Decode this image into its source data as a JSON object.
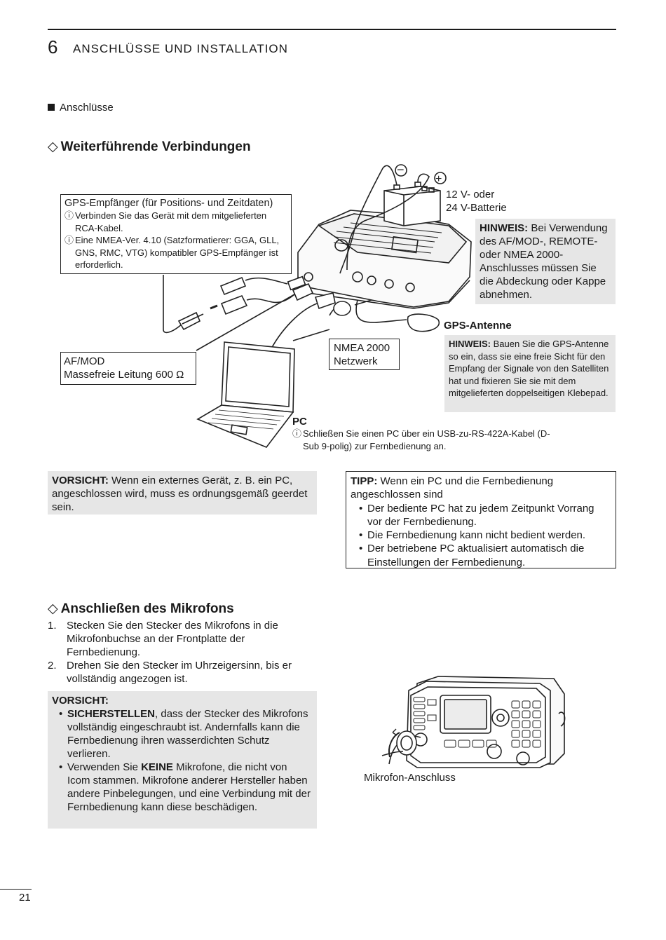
{
  "header": {
    "chapter_number": "6",
    "chapter_title": "ANSCHLÜSSE UND INSTALLATION"
  },
  "section": {
    "title": "Anschlüsse"
  },
  "subsection1": {
    "title": "Weiterführende Verbindungen",
    "gps_receiver": {
      "title": "GPS-Empfänger (für Positions- und Zeitdaten)",
      "note1": "Verbinden Sie das Gerät mit dem mitgelieferten RCA-Kabel.",
      "note2": "Eine NMEA-Ver. 4.10 (Satzformatierer: GGA, GLL, GNS, RMC, VTG) kompatibler GPS-Empfänger ist erforderlich."
    },
    "battery": {
      "line1": "12 V- oder",
      "line2": "24 V-Batterie",
      "minus": "−",
      "plus": "+"
    },
    "hinweis1": {
      "label": "HINWEIS:",
      "text": "Bei Verwendung des AF/MOD-, REMOTE- oder NMEA 2000-Anschlusses müssen Sie die Abdeckung oder Kappe abnehmen."
    },
    "gps_antenna": {
      "label": "GPS-Antenne"
    },
    "hinweis2": {
      "label": "HINWEIS:",
      "text": "Bauen Sie die GPS-Antenne so ein, dass sie eine freie Sicht für den Empfang der Signale von den Satelliten hat und fixieren Sie sie mit dem mitgelieferten doppelseitigen Klebepad."
    },
    "afmod": {
      "line1": "AF/MOD",
      "line2": "Massefreie Leitung 600 Ω"
    },
    "nmea": {
      "line1": "NMEA 2000",
      "line2": "Netzwerk"
    },
    "pc": {
      "label": "PC",
      "note": "Schließen Sie einen PC über ein USB-zu-RS-422A-Kabel (D-Sub 9-polig) zur Fernbedienung an."
    },
    "note_icon": "ⓘ"
  },
  "vorsicht1": {
    "label": "VORSICHT:",
    "text": "Wenn ein externes Gerät, z. B. ein PC, angeschlossen wird, muss es ordnungsgemäß geerdet sein."
  },
  "tipp": {
    "label": "TIPP:",
    "text": "Wenn ein PC und die Fernbedienung angeschlossen sind",
    "items": [
      "Der bediente PC hat zu jedem Zeitpunkt Vorrang vor der Fernbedienung.",
      "Die Fernbedienung kann nicht bedient werden.",
      "Der betriebene PC aktualisiert automatisch die Einstellungen der Fernbedienung."
    ]
  },
  "subsection2": {
    "title": "Anschließen des Mikrofons",
    "steps": [
      {
        "num": "1.",
        "text": "Stecken Sie den Stecker des Mikrofons in die Mikrofonbuchse an der Frontplatte der Fernbedienung."
      },
      {
        "num": "2.",
        "text": "Drehen Sie den Stecker im Uhrzeigersinn, bis er vollständig angezogen ist."
      }
    ]
  },
  "vorsicht2": {
    "label": "VORSICHT:",
    "item1_bold": "SICHERSTELLEN",
    "item1_rest": ", dass der Stecker des Mikrofons vollständig eingeschraubt ist. Andernfalls kann die Fernbedienung ihren wasserdichten Schutz verlieren.",
    "item2_pre": "Verwenden Sie ",
    "item2_bold": "KEINE",
    "item2_rest": " Mikrofone, die nicht von Icom stammen. Mikrofone anderer Hersteller haben andere Pinbelegungen, und eine Verbindung mit der Fernbedienung kann diese beschädigen."
  },
  "mic_caption": "Mikrofon-Anschluss",
  "page_number": "21"
}
